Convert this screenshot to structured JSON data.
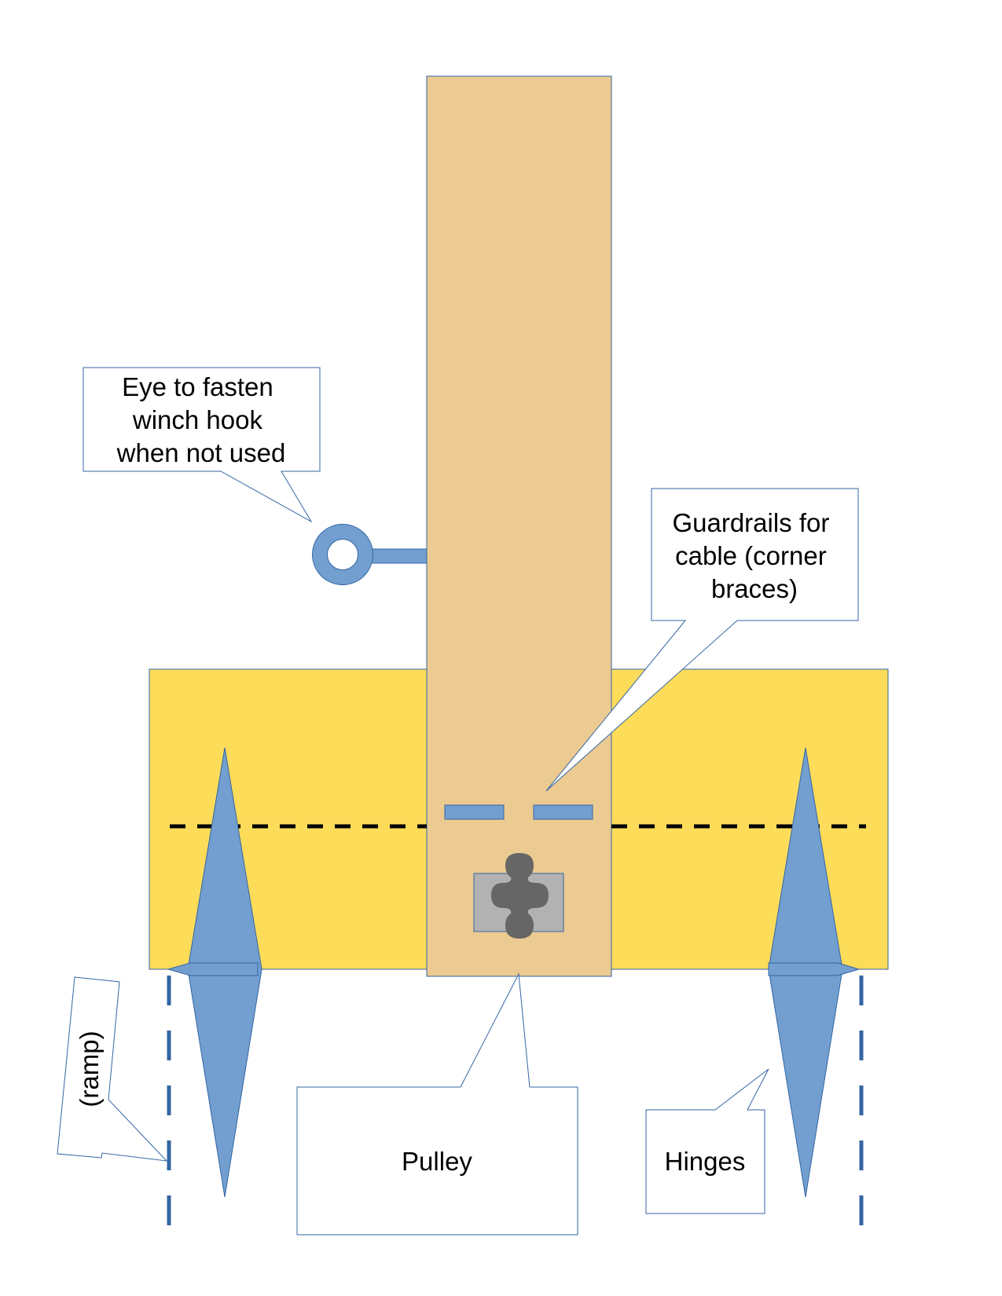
{
  "callouts": {
    "eye": {
      "lines": [
        "Eye to fasten",
        "winch hook",
        "when not used"
      ]
    },
    "guardrails": {
      "lines": [
        "Guardrails for",
        "cable (corner",
        "braces)"
      ]
    },
    "pulley": {
      "label": "Pulley"
    },
    "hinges": {
      "label": "Hinges"
    },
    "ramp": {
      "label": "(ramp)"
    }
  },
  "colors": {
    "post": "#ebcb91",
    "base": "#fddc5a",
    "part_blue": "#729fcf",
    "part_stroke": "#3465a4",
    "pulley_block": "#b2b2b2",
    "pulley_wheel": "#666666",
    "callout_stroke": "#3465a4",
    "fold_line": "#000000"
  },
  "icons": {
    "eye": "eye-bolt-icon",
    "pulley": "pulley-icon",
    "hinge": "hinge-icon"
  }
}
